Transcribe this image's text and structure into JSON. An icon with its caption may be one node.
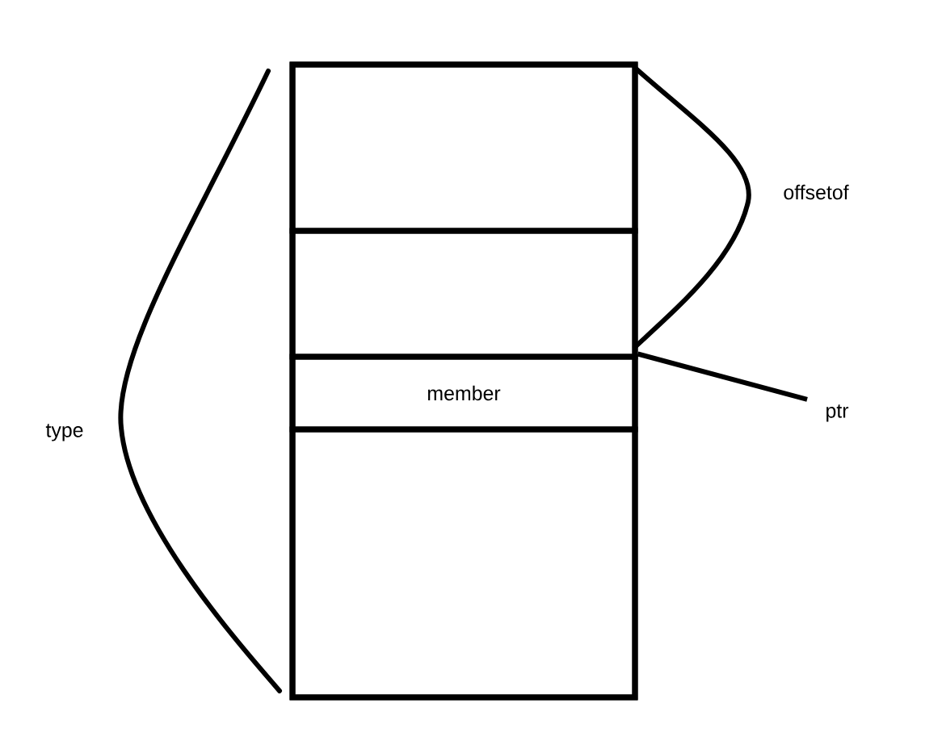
{
  "diagram": {
    "nodes": [
      {
        "text": [],
        "shape": "box"
      },
      {
        "text": [],
        "shape": "box",
        "in": 0
      },
      {
        "text": [],
        "shape": "box",
        "in": 0
      },
      {
        "text": [
          "member"
        ],
        "in": 0
      },
      {
        "text": [],
        "shape": "box",
        "in": 0
      },
      {
        "text": [
          "ptr"
        ]
      }
    ],
    "edges": [
      {
        "from": 5,
        "to": 3,
        "arrow": "none"
      }
    ],
    "labels": [
      "type",
      "offsetof"
    ]
  }
}
